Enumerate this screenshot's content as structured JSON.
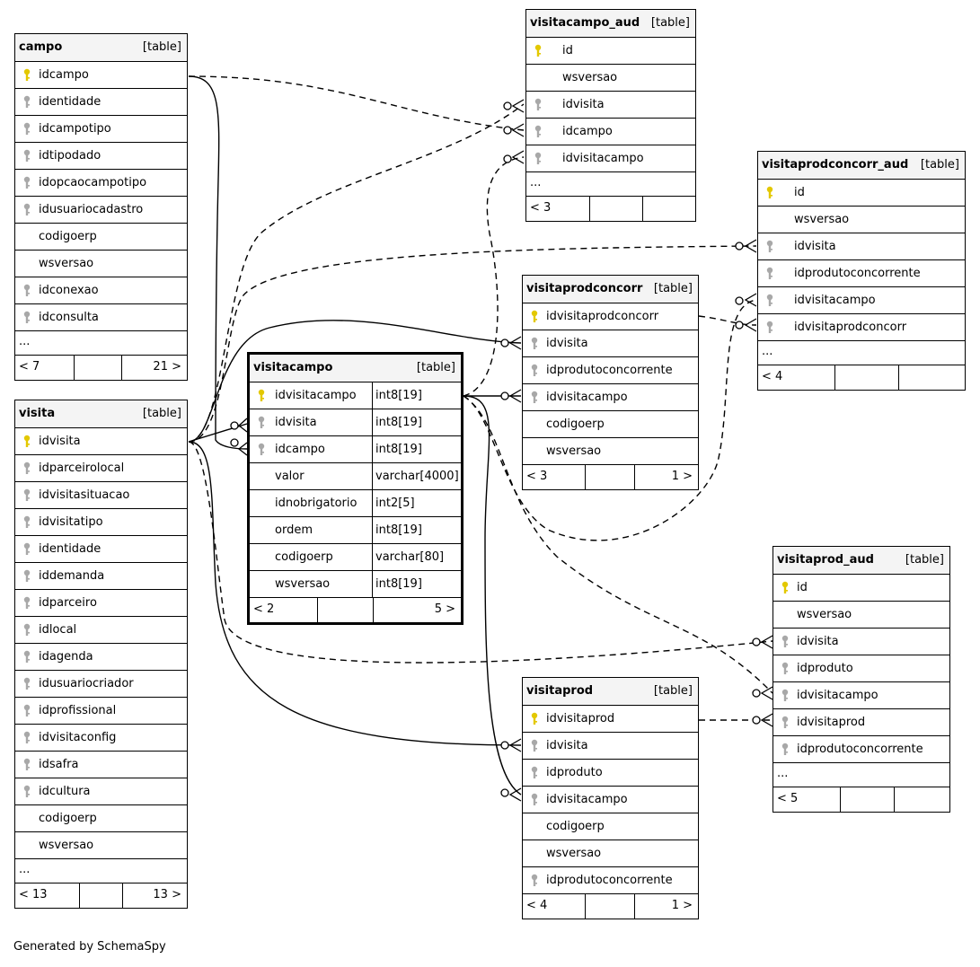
{
  "tables": [
    {
      "name": "campo",
      "kind": "[table]",
      "columns": [
        {
          "name": "idcampo",
          "key": "primary"
        },
        {
          "name": "identidade",
          "key": "foreign"
        },
        {
          "name": "idcampotipo",
          "key": "foreign"
        },
        {
          "name": "idtipodado",
          "key": "foreign"
        },
        {
          "name": "idopcaocampotipo",
          "key": "foreign"
        },
        {
          "name": "idusuariocadastro",
          "key": "foreign"
        },
        {
          "name": "codigoerp",
          "key": ""
        },
        {
          "name": "wsversao",
          "key": ""
        },
        {
          "name": "idconexao",
          "key": "foreign"
        },
        {
          "name": "idconsulta",
          "key": "foreign"
        }
      ],
      "ellipsis": "...",
      "footer": {
        "left": "< 7",
        "middle": "",
        "right": "21 >"
      }
    },
    {
      "name": "visita",
      "kind": "[table]",
      "columns": [
        {
          "name": "idvisita",
          "key": "primary"
        },
        {
          "name": "idparceirolocal",
          "key": "foreign"
        },
        {
          "name": "idvisitasituacao",
          "key": "foreign"
        },
        {
          "name": "idvisitatipo",
          "key": "foreign"
        },
        {
          "name": "identidade",
          "key": "foreign"
        },
        {
          "name": "iddemanda",
          "key": "foreign"
        },
        {
          "name": "idparceiro",
          "key": "foreign"
        },
        {
          "name": "idlocal",
          "key": "foreign"
        },
        {
          "name": "idagenda",
          "key": "foreign"
        },
        {
          "name": "idusuariocriador",
          "key": "foreign"
        },
        {
          "name": "idprofissional",
          "key": "foreign"
        },
        {
          "name": "idvisitaconfig",
          "key": "foreign"
        },
        {
          "name": "idsafra",
          "key": "foreign"
        },
        {
          "name": "idcultura",
          "key": "foreign"
        },
        {
          "name": "codigoerp",
          "key": ""
        },
        {
          "name": "wsversao",
          "key": ""
        }
      ],
      "ellipsis": "...",
      "footer": {
        "left": "< 13",
        "middle": "",
        "right": "13 >"
      }
    },
    {
      "name": "visitacampo",
      "kind": "[table]",
      "columns": [
        {
          "name": "idvisitacampo",
          "type": "int8[19]",
          "key": "primary"
        },
        {
          "name": "idvisita",
          "type": "int8[19]",
          "key": "foreign"
        },
        {
          "name": "idcampo",
          "type": "int8[19]",
          "key": "foreign"
        },
        {
          "name": "valor",
          "type": "varchar[4000]",
          "key": ""
        },
        {
          "name": "idnobrigatorio",
          "type": "int2[5]",
          "key": ""
        },
        {
          "name": "ordem",
          "type": "int8[19]",
          "key": ""
        },
        {
          "name": "codigoerp",
          "type": "varchar[80]",
          "key": ""
        },
        {
          "name": "wsversao",
          "type": "int8[19]",
          "key": ""
        }
      ],
      "footer": {
        "left": "< 2",
        "middle": "",
        "right": "5 >"
      }
    },
    {
      "name": "visitacampo_aud",
      "kind": "[table]",
      "columns": [
        {
          "name": "id",
          "key": "primary"
        },
        {
          "name": "wsversao",
          "key": ""
        },
        {
          "name": "idvisita",
          "key": "foreign"
        },
        {
          "name": "idcampo",
          "key": "foreign"
        },
        {
          "name": "idvisitacampo",
          "key": "foreign"
        }
      ],
      "ellipsis": "...",
      "footer": {
        "left": "< 3",
        "middle": "",
        "right": ""
      }
    },
    {
      "name": "visitaprodconcorr",
      "kind": "[table]",
      "columns": [
        {
          "name": "idvisitaprodconcorr",
          "key": "primary"
        },
        {
          "name": "idvisita",
          "key": "foreign"
        },
        {
          "name": "idprodutoconcorrente",
          "key": "foreign"
        },
        {
          "name": "idvisitacampo",
          "key": "foreign"
        },
        {
          "name": "codigoerp",
          "key": ""
        },
        {
          "name": "wsversao",
          "key": ""
        }
      ],
      "footer": {
        "left": "< 3",
        "middle": "",
        "right": "1 >"
      }
    },
    {
      "name": "visitaprodconcorr_aud",
      "kind": "[table]",
      "columns": [
        {
          "name": "id",
          "key": "primary"
        },
        {
          "name": "wsversao",
          "key": ""
        },
        {
          "name": "idvisita",
          "key": "foreign"
        },
        {
          "name": "idprodutoconcorrente",
          "key": "foreign"
        },
        {
          "name": "idvisitacampo",
          "key": "foreign"
        },
        {
          "name": "idvisitaprodconcorr",
          "key": "foreign"
        }
      ],
      "ellipsis": "...",
      "footer": {
        "left": "< 4",
        "middle": "",
        "right": ""
      }
    },
    {
      "name": "visitaprod_aud",
      "kind": "[table]",
      "columns": [
        {
          "name": "id",
          "key": "primary"
        },
        {
          "name": "wsversao",
          "key": ""
        },
        {
          "name": "idvisita",
          "key": "foreign"
        },
        {
          "name": "idproduto",
          "key": "foreign"
        },
        {
          "name": "idvisitacampo",
          "key": "foreign"
        },
        {
          "name": "idvisitaprod",
          "key": "foreign"
        },
        {
          "name": "idprodutoconcorrente",
          "key": "foreign"
        }
      ],
      "ellipsis": "...",
      "footer": {
        "left": "< 5",
        "middle": "",
        "right": ""
      }
    },
    {
      "name": "visitaprod",
      "kind": "[table]",
      "columns": [
        {
          "name": "idvisitaprod",
          "key": "primary"
        },
        {
          "name": "idvisita",
          "key": "foreign"
        },
        {
          "name": "idproduto",
          "key": "foreign"
        },
        {
          "name": "idvisitacampo",
          "key": "foreign"
        },
        {
          "name": "codigoerp",
          "key": ""
        },
        {
          "name": "wsversao",
          "key": ""
        },
        {
          "name": "idprodutoconcorrente",
          "key": "foreign"
        }
      ],
      "footer": {
        "left": "< 4",
        "middle": "",
        "right": "1 >"
      }
    }
  ],
  "colors": {
    "primary_key": "#e3c800",
    "foreign_key": "#a8a8a8",
    "header_bg": "#f4f4f4",
    "line": "#000000"
  },
  "credit": "Generated by SchemaSpy"
}
